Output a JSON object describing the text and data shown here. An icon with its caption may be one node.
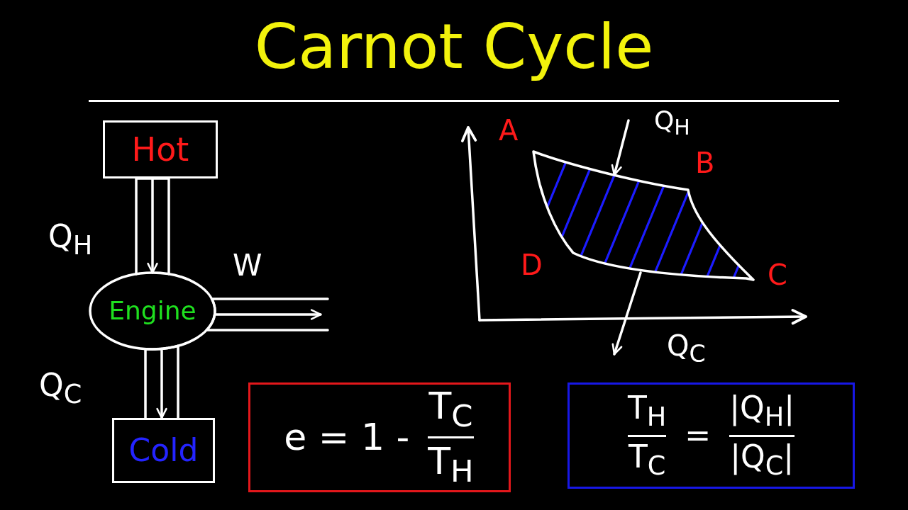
{
  "diagram": {
    "title": "Carnot Cycle",
    "nodes": [
      {
        "text": [
          "Hot"
        ]
      },
      {
        "text": [
          "Engine"
        ]
      },
      {
        "text": [
          "Cold"
        ]
      },
      {
        "text": [],
        "shape": "picture"
      },
      {
        "text": [
          "e = 1 -",
          "T$_{C}$",
          "T$_{H}$"
        ]
      },
      {
        "text": [
          "T$_{H}$",
          "T$_{C}$",
          "=",
          "|Q$_{H}$|",
          "|Q$_{C}$|"
        ]
      }
    ],
    "edges": [
      {
        "from": 0,
        "to": 1,
        "arrow": "to",
        "label": "Q$_{H}$"
      },
      {
        "from": 1,
        "to": null,
        "arrow": "to",
        "label": "W"
      },
      {
        "from": 1,
        "to": 2,
        "arrow": "to",
        "label": "Q$_{C}$"
      },
      {
        "from": null,
        "to": 3,
        "arrow": "to",
        "label": "Q$_{H}$"
      },
      {
        "from": 3,
        "to": null,
        "arrow": "to",
        "label": "Q$_{C}$"
      }
    ],
    "labels": [
      "A",
      "B",
      "D",
      "C"
    ]
  }
}
